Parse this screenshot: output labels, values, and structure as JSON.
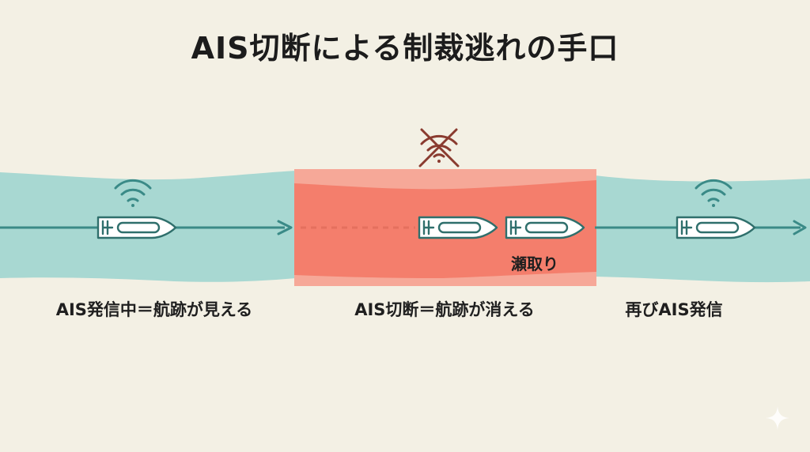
{
  "title": "AIS切断による制裁逃れの手口",
  "captions": {
    "left": "AIS発信中＝航跡が見える",
    "middle": "AIS切断＝航跡が消える",
    "right": "再びAIS発信"
  },
  "transfer_label": "瀬取り",
  "icons": {
    "signal": "wifi-signal-icon",
    "no_signal": "signal-off-icon",
    "ship": "ship-icon",
    "sparkle": "sparkle-icon"
  },
  "colors": {
    "background": "#f3f0e4",
    "sea": "#a8d8d2",
    "dark_zone": "#f47e6c",
    "dark_zone_edge": "#f6a898",
    "track": "#3a8a87",
    "dotted_track": "#e5705e",
    "no_signal": "#8a3b2f"
  }
}
